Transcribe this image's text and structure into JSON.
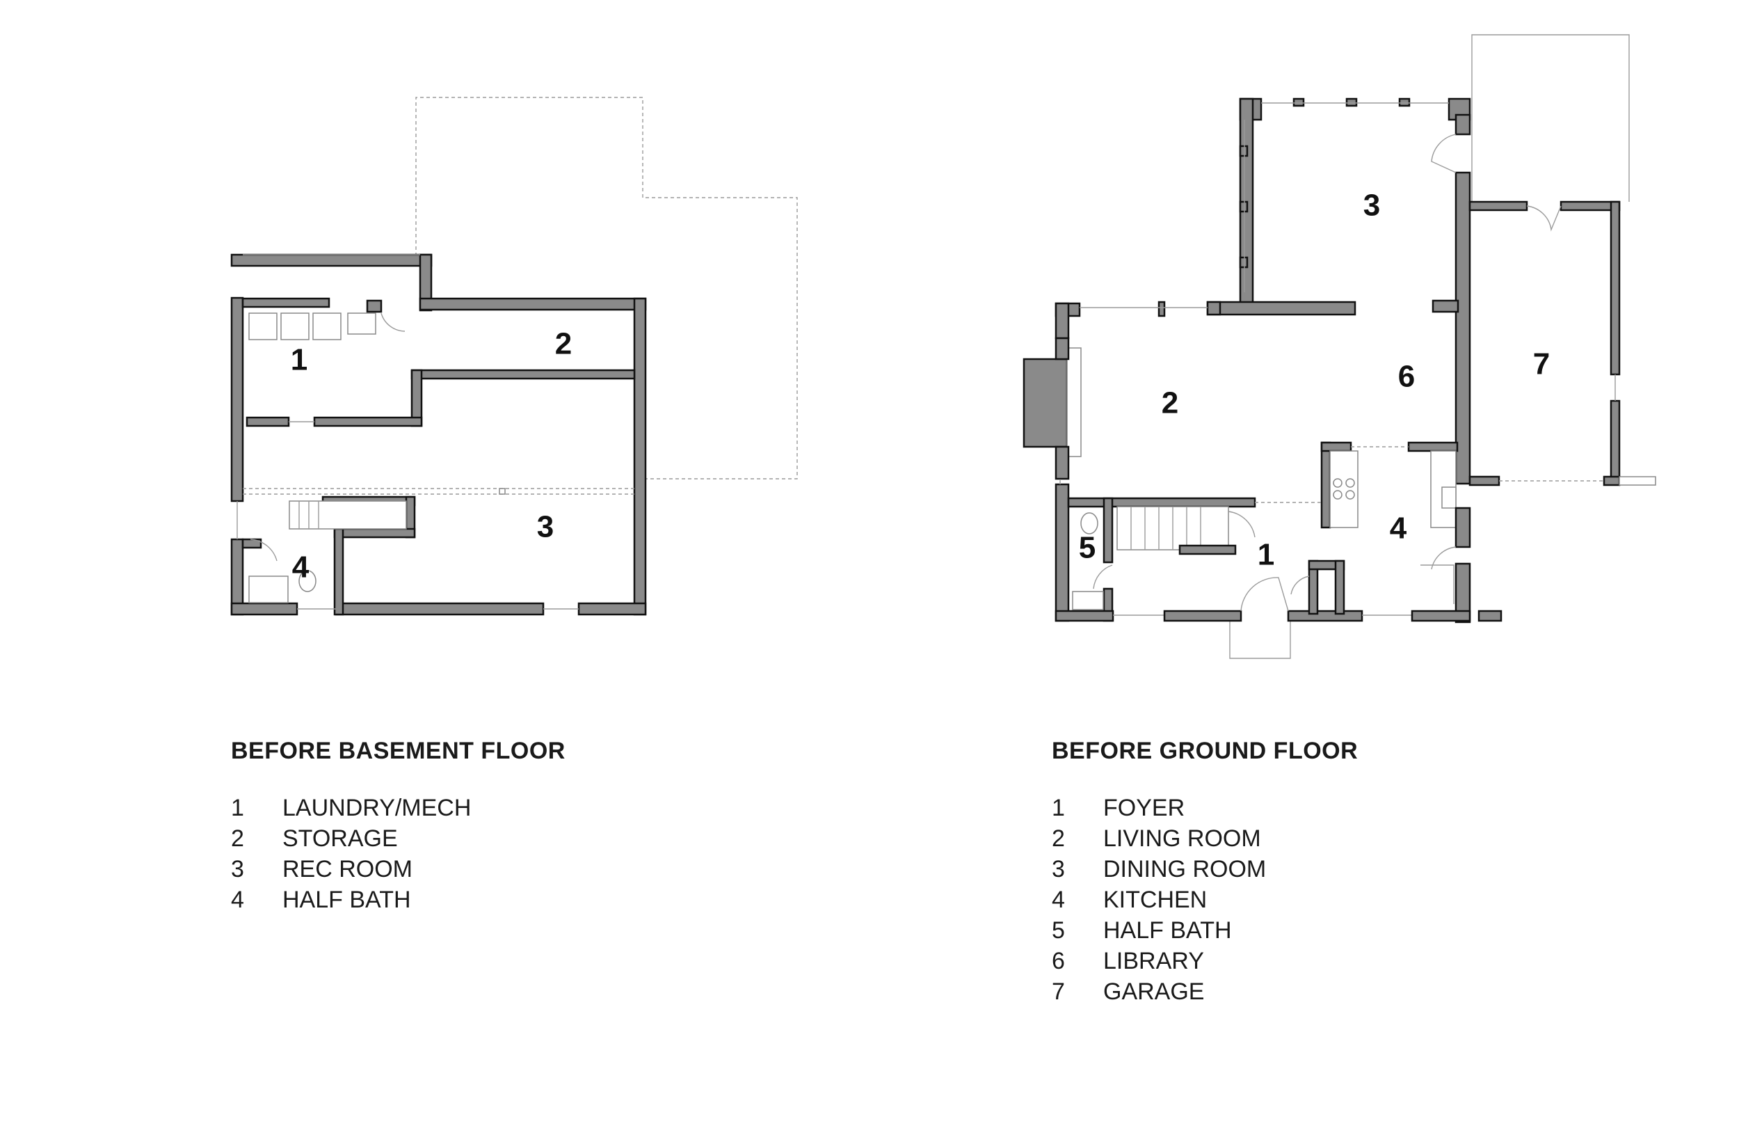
{
  "basement": {
    "title": "BEFORE BASEMENT FLOOR",
    "rooms": [
      {
        "num": "1",
        "name": "LAUNDRY/MECH"
      },
      {
        "num": "2",
        "name": "STORAGE"
      },
      {
        "num": "3",
        "name": "REC ROOM"
      },
      {
        "num": "4",
        "name": "HALF BATH"
      }
    ]
  },
  "ground": {
    "title": "BEFORE GROUND FLOOR",
    "rooms": [
      {
        "num": "1",
        "name": "FOYER"
      },
      {
        "num": "2",
        "name": "LIVING ROOM"
      },
      {
        "num": "3",
        "name": "DINING ROOM"
      },
      {
        "num": "4",
        "name": "KITCHEN"
      },
      {
        "num": "5",
        "name": "HALF BATH"
      },
      {
        "num": "6",
        "name": "LIBRARY"
      },
      {
        "num": "7",
        "name": "GARAGE"
      }
    ]
  },
  "colors": {
    "wall_fill": "#8a8a8a",
    "wall_outline": "#111111",
    "text": "#111111"
  }
}
